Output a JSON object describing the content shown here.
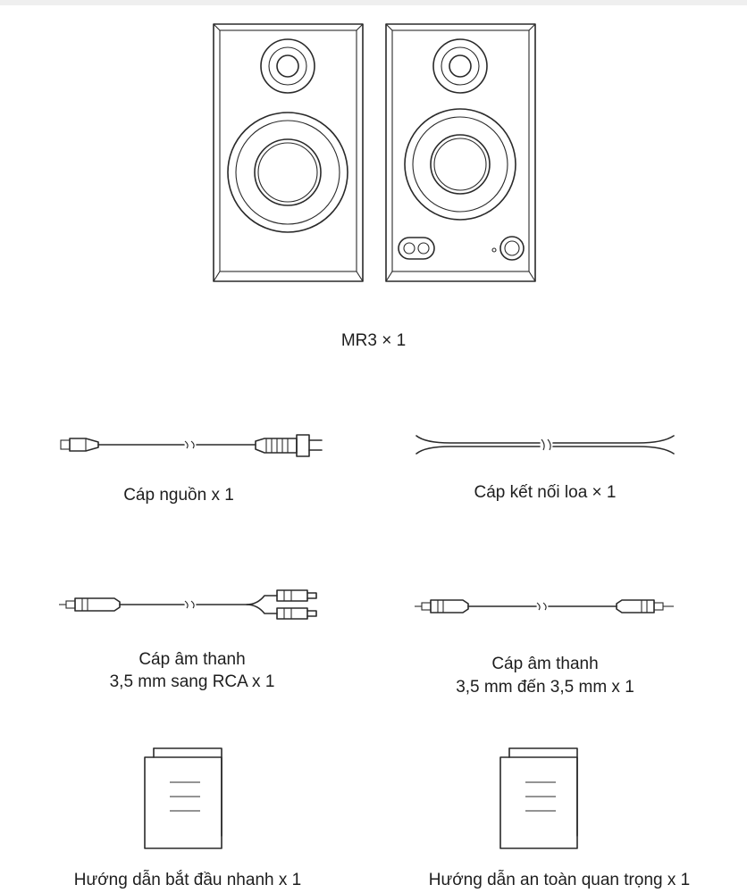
{
  "items": {
    "speakers": {
      "label": "MR3 × 1",
      "icon": "speakers-icon"
    },
    "power_cable": {
      "label": "Cáp nguồn x 1",
      "icon": "power-cable-icon"
    },
    "speaker_cable": {
      "label": "Cáp kết nối loa × 1",
      "icon": "speaker-cable-icon"
    },
    "rca_cable": {
      "line1": "Cáp âm thanh",
      "line2": "3,5 mm sang RCA x 1",
      "icon": "rca-cable-icon"
    },
    "aux_cable": {
      "line1": "Cáp âm thanh",
      "line2": "3,5 mm đến 3,5 mm x 1",
      "icon": "aux-cable-icon"
    },
    "quick_start": {
      "label": "Hướng dẫn bắt đầu nhanh x 1",
      "icon": "document-icon"
    },
    "safety_guide": {
      "label": "Hướng dẫn an toàn quan trọng x 1",
      "icon": "document-icon"
    }
  }
}
